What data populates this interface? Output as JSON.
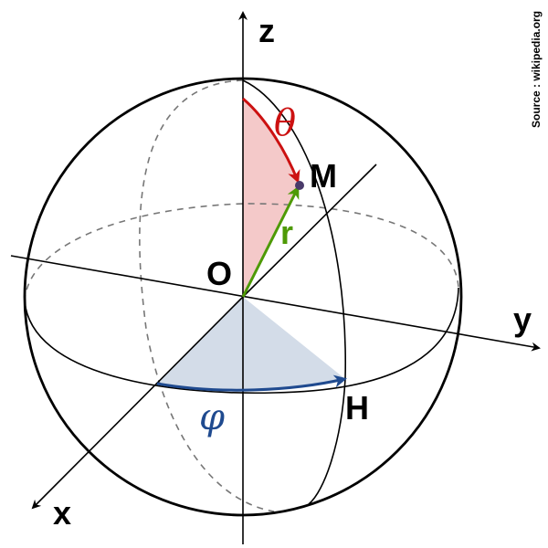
{
  "labels": {
    "z": "z",
    "y": "y",
    "x": "x",
    "origin": "O",
    "point_m": "M",
    "point_h": "H",
    "radius": "r",
    "theta": "θ",
    "phi": "φ"
  },
  "source": "Source : wikipedia.org",
  "colors": {
    "theta": "#cc1111",
    "theta_fill": "#f4c9c9",
    "phi": "#1f4a8f",
    "phi_fill": "#d3dce8",
    "radius": "#4e9a06",
    "point": "#4a3a6a",
    "line": "#000000"
  }
}
